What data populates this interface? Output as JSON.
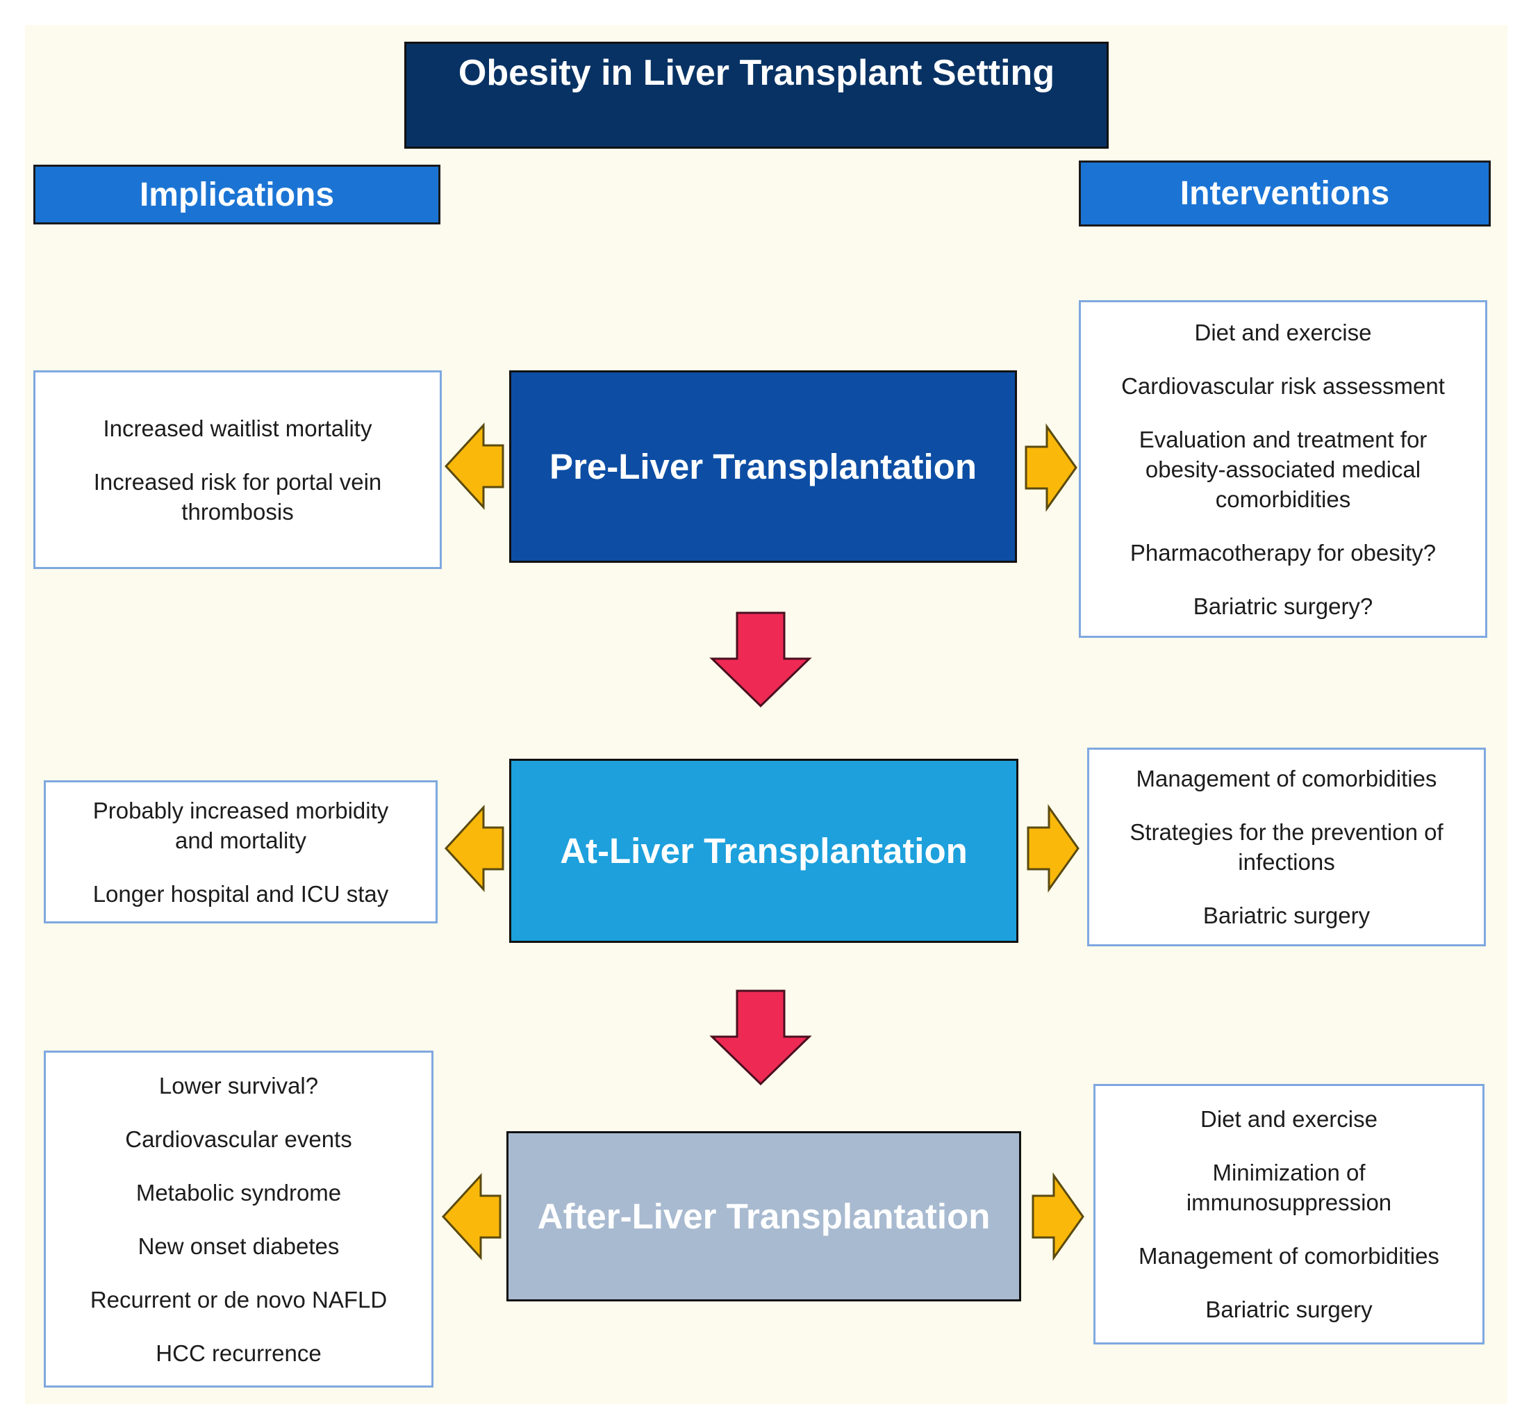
{
  "title": "Obesity in Liver Transplant Setting",
  "headers": {
    "implications": "Implications",
    "interventions": "Interventions"
  },
  "stages": [
    {
      "label": "Pre-Liver Transplantation",
      "implications": [
        "Increased waitlist mortality",
        "Increased risk for portal vein thrombosis"
      ],
      "interventions": [
        "Diet and exercise",
        "Cardiovascular risk assessment",
        "Evaluation and treatment for obesity-associated medical comorbidities",
        "Pharmacotherapy for obesity?",
        "Bariatric surgery?"
      ]
    },
    {
      "label": "At-Liver Transplantation",
      "implications": [
        "Probably increased morbidity and mortality",
        "Longer hospital and ICU stay"
      ],
      "interventions": [
        "Management of comorbidities",
        "Strategies for the prevention of infections",
        "Bariatric surgery"
      ]
    },
    {
      "label": "After-Liver Transplantation",
      "implications": [
        "Lower survival?",
        "Cardiovascular events",
        "Metabolic syndrome",
        "New onset diabetes",
        "Recurrent or de novo NAFLD",
        "HCC recurrence"
      ],
      "interventions": [
        "Diet and exercise",
        "Minimization of immunosuppression",
        "Management of comorbidities",
        "Bariatric surgery"
      ]
    }
  ],
  "colors": {
    "background": "#fdfbed",
    "title_fill": "#083264",
    "header_fill": "#1b74d4",
    "pre_stage_fill": "#0d4ea4",
    "at_stage_fill": "#1da0dc",
    "after_stage_fill": "#a8bad0",
    "side_arrow_fill": "#f9b80a",
    "down_arrow_fill": "#ee2a54"
  }
}
